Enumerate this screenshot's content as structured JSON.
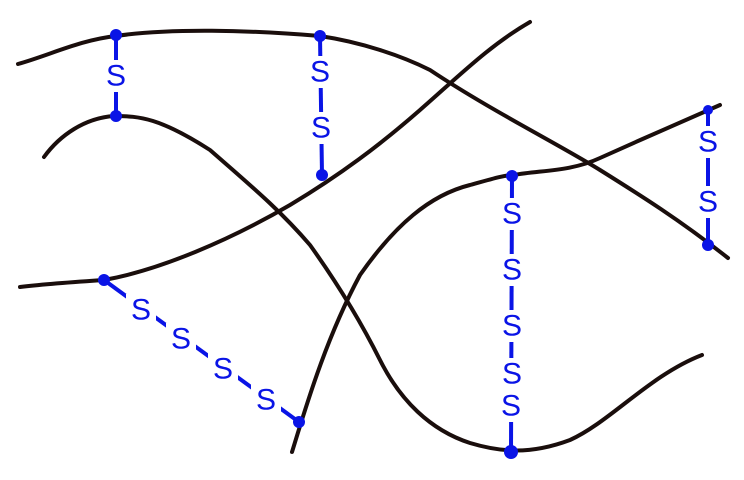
{
  "colors": {
    "chain": "#1a0e0c",
    "bridge": "#0a14e6",
    "background": "#ffffff"
  },
  "bridges": [
    {
      "id": "bridge-1",
      "labels": [
        "S"
      ]
    },
    {
      "id": "bridge-2",
      "labels": [
        "S",
        "S"
      ]
    },
    {
      "id": "bridge-3",
      "labels": [
        "S",
        "S",
        "S",
        "S"
      ]
    },
    {
      "id": "bridge-4",
      "labels": [
        "S",
        "S",
        "S",
        "S",
        "S"
      ]
    },
    {
      "id": "bridge-5",
      "labels": [
        "S",
        "S"
      ]
    }
  ]
}
